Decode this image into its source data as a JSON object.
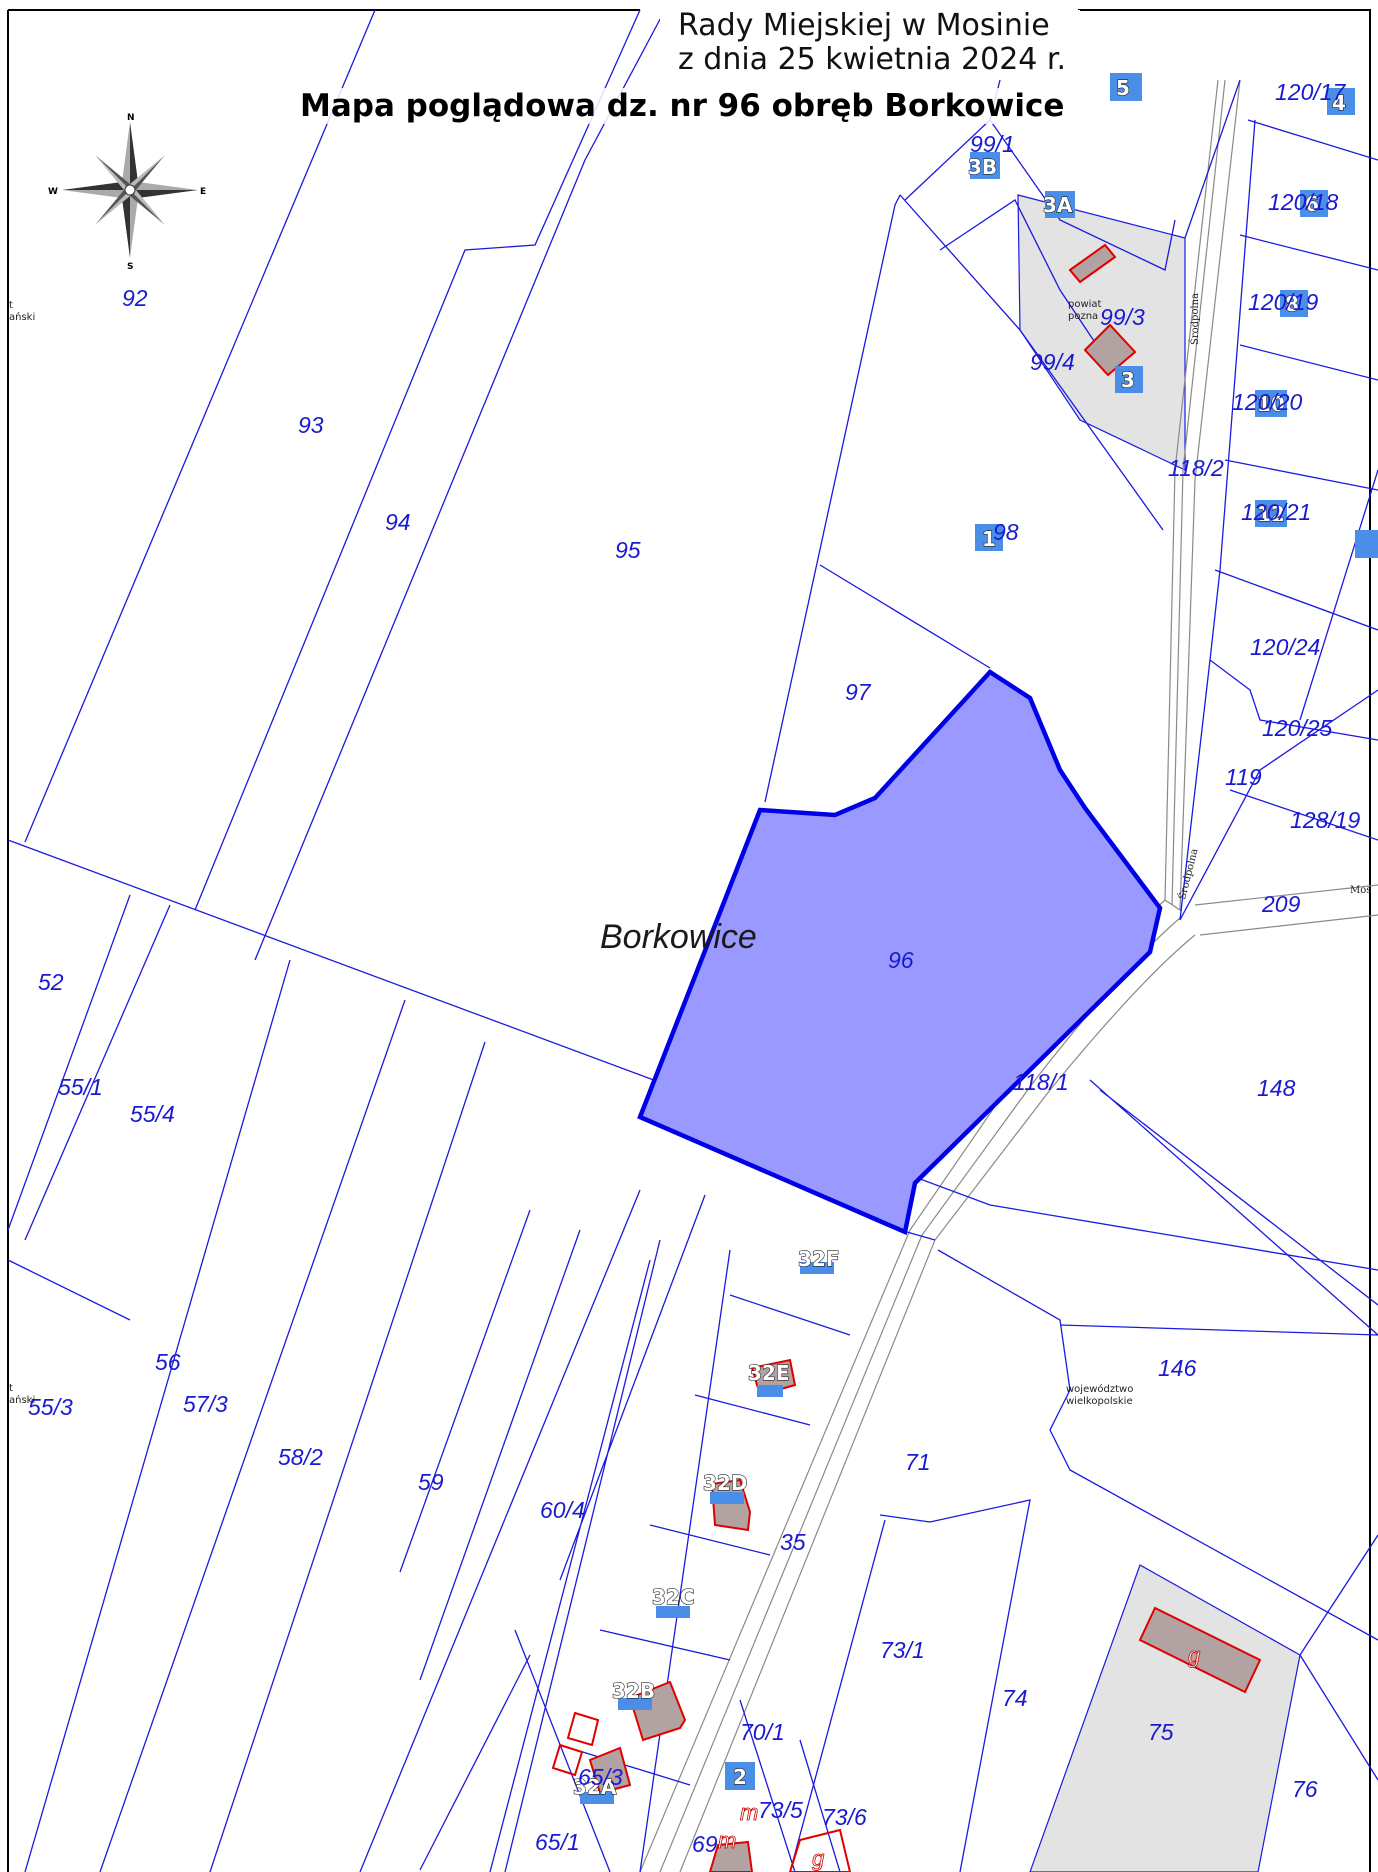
{
  "header": {
    "line1": "Rady Miejskiej w Mosinie",
    "line2": "z dnia 25 kwietnia 2024 r.",
    "title": "Mapa poglądowa dz. nr 96 obręb Borkowice"
  },
  "compass": {
    "n": "N",
    "s": "S",
    "e": "E",
    "w": "W"
  },
  "locality": "Borkowice",
  "parcels": {
    "p92": "92",
    "p93": "93",
    "p94": "94",
    "p95": "95",
    "p96": "96",
    "p97": "97",
    "p98": "98",
    "p99_1": "99/1",
    "p99_3": "99/3",
    "p99_4": "99/4",
    "p118_2": "118/2",
    "p118_1": "118/1",
    "p120_24": "120/24",
    "p120_25": "120/25",
    "p119": "119",
    "p128_19": "128/19",
    "p209": "209",
    "p148": "148",
    "p146": "146",
    "p52": "52",
    "p55_1": "55/1",
    "p55_4": "55/4",
    "p56": "56",
    "p55_3": "55/3",
    "p57_3": "57/3",
    "p58_2": "58/2",
    "p59": "59",
    "p60_4": "60/4",
    "p71": "71",
    "p35": "35",
    "p73_1": "73/1",
    "p74": "74",
    "p75": "75",
    "p76": "76",
    "p70_1": "70/1",
    "p65_1": "65/1",
    "p65_3": "65/3",
    "p73_5": "73/5",
    "p73_6": "73/6",
    "p69": "69",
    "p120_17": "120/17",
    "p120_18": "120/18",
    "p120_19": "120/19",
    "p120_20": "120/20",
    "p120_21": "120/21"
  },
  "streets": {
    "srodpolna1": "Środpolna",
    "srodpolna2": "Środpolna",
    "mos": "Mos"
  },
  "admin": {
    "powiat": "powiat",
    "pozna": "pozna",
    "woj1": "województwo",
    "woj2": "wielkopolskie",
    "frag1": "ański",
    "frag2": "ański",
    "t1": "t",
    "t2": "t"
  },
  "houses": {
    "h3": "3",
    "h3a": "3A",
    "h3b": "3B",
    "h1": "1",
    "h4": "4",
    "h6": "6",
    "h8": "8",
    "h10": "10",
    "h12": "12",
    "h32f": "32F",
    "h32e": "32E",
    "h32d": "32D",
    "h32c": "32C",
    "h32b": "32B",
    "h32a": "32A",
    "h2": "2",
    "h5": "5"
  },
  "building_marks": {
    "g1": "g",
    "g2": "g",
    "m1": "m",
    "m2": "m"
  },
  "colors": {
    "boundary": "#1a1ae0",
    "parcel_fill": "#9999ff",
    "parcel_edge": "#0000e6",
    "building": "#e00000",
    "road": "#8a8a8a",
    "grey_area": "#e3e3e3",
    "house_badge": "#4a8ee8"
  }
}
